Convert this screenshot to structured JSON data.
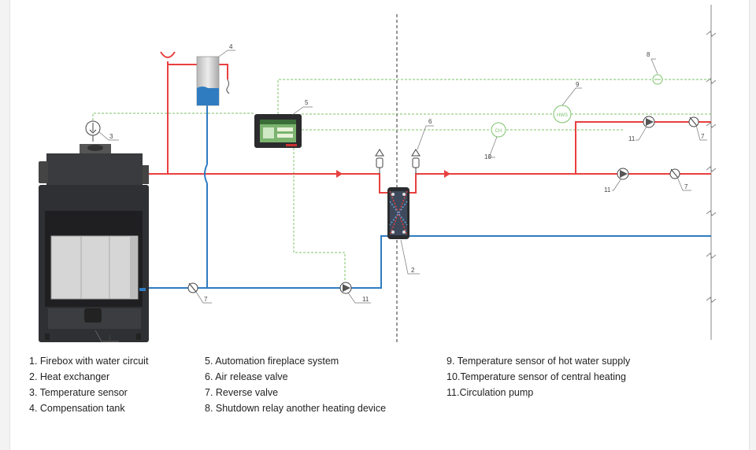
{
  "colors": {
    "supply": "#e8403f",
    "return": "#2f7cc1",
    "control": "#7cc36a",
    "body": "#3a3b3e",
    "panel": "#2b2b2d"
  },
  "callouts": {
    "c1": "1",
    "c2": "2",
    "c3": "3",
    "c4": "4",
    "c5": "5",
    "c6a": "6",
    "c7a": "7",
    "c7b": "7",
    "c7c": "7",
    "c8": "8",
    "c9": "9",
    "c10": "10",
    "c11a": "11",
    "c11b": "11",
    "c11c": "11"
  },
  "sensor_tags": {
    "hws": "HWS",
    "ch": "CH"
  },
  "legend": {
    "col1": [
      "1. Firebox with water circuit",
      "2. Heat exchanger",
      "3. Temperature sensor",
      "4. Compensation tank"
    ],
    "col2": [
      "5. Automation fireplace system",
      "6. Air release valve",
      "7. Reverse valve",
      "8. Shutdown relay another heating device"
    ],
    "col3": [
      "9.  Temperature sensor of hot water supply",
      "10.Temperature sensor of central heating",
      "11.Circulation pump"
    ]
  }
}
